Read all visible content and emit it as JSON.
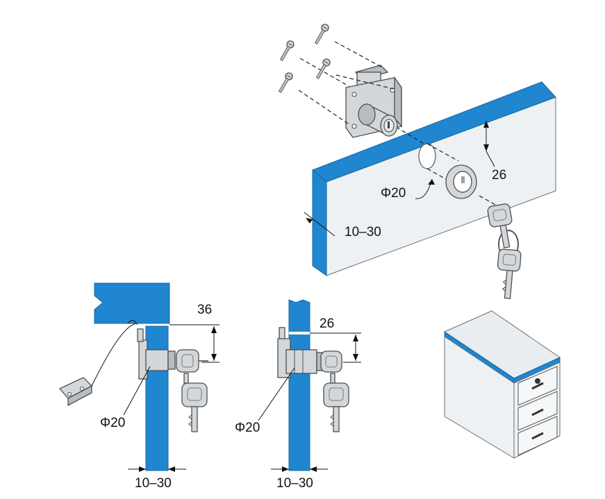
{
  "labels": {
    "iso_hole_diameter": "Φ20",
    "iso_offset": "26",
    "iso_thickness": "10–30",
    "side_a_offset": "36",
    "side_a_diameter": "Φ20",
    "side_a_thickness": "10–30",
    "side_b_offset": "26",
    "side_b_diameter": "Φ20",
    "side_b_thickness": "10–30"
  },
  "colors": {
    "panel_edge": "#1f86cf",
    "panel_face": "#eef1f3",
    "metal": "#d4d7d9",
    "outline": "#4a4f54"
  },
  "icons": {
    "screw": "screw-icon",
    "lock_body": "lock-body-icon",
    "key": "key-icon",
    "mounting_bracket": "bracket-icon",
    "cabinet": "drawer-cabinet-icon"
  }
}
